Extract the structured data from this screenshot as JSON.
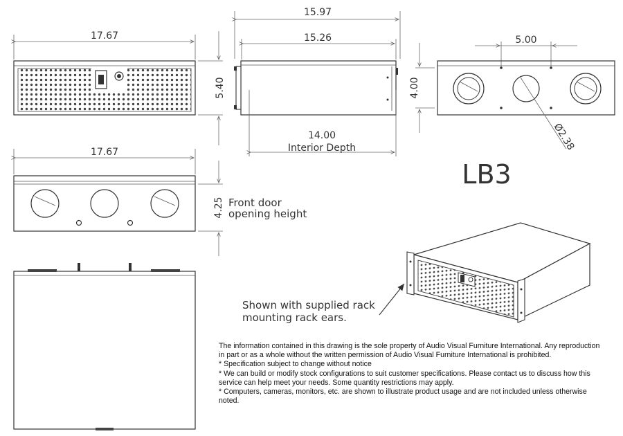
{
  "dimensions": {
    "front_width": "17.67",
    "front_height": "5.40",
    "side_outer_depth": "15.97",
    "side_inner_depth": "15.26",
    "interior_depth_value": "14.00",
    "interior_depth_label": "Interior Depth",
    "rear_spacing": "5.00",
    "rear_height": "4.00",
    "rear_hole_diameter": "Ø2.38",
    "door_width": "17.67",
    "door_height": "4.25",
    "door_label_line1": "Front door",
    "door_label_line2": "opening height"
  },
  "model": "LB3",
  "rack_ears_note": {
    "line1": "Shown with supplied rack",
    "line2": "mounting rack ears."
  },
  "notes": {
    "property": "The information contained in this drawing is the sole property of Audio Visual Furniture International. Any reproduction in part or as a whole without the written permission of Audio Visual Furniture International is prohibited.",
    "spec": "* Specification subject to change without notice",
    "custom": "* We can build or modify stock configurations to suit customer specifications. Please contact us to discuss how this service can help meet your needs. Some quantity restrictions may apply.",
    "computers": "* Computers, cameras, monitors, etc. are shown to illustrate product usage and are not included unless otherwise noted."
  }
}
